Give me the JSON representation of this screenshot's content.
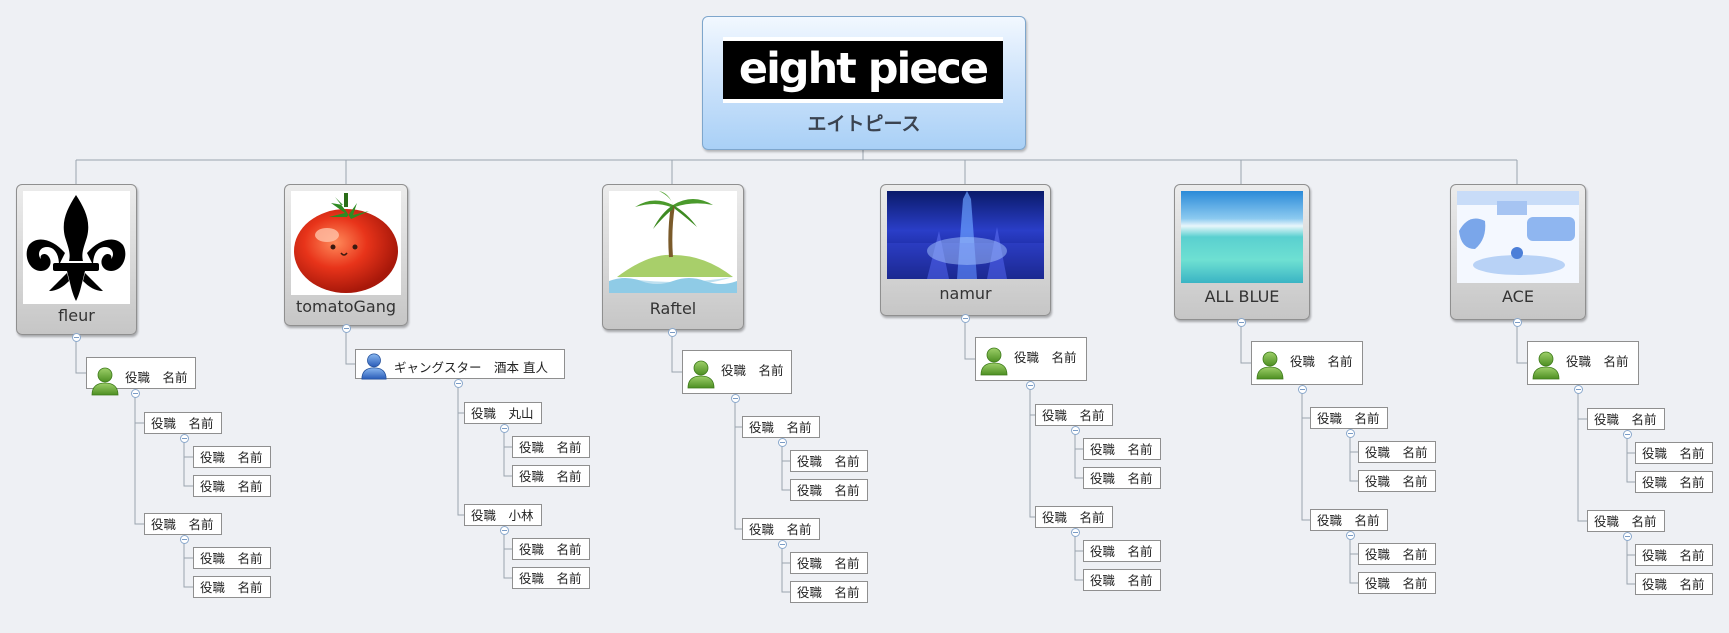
{
  "root": {
    "logo_text": "eight piece",
    "subtitle": "エイトピース"
  },
  "teams": [
    {
      "name": "fleur",
      "icon": "fleur-de-lis-icon",
      "leader": "役職　名前",
      "groups": [
        {
          "label": "役職　名前",
          "members": [
            "役職　名前",
            "役職　名前"
          ]
        },
        {
          "label": "役職　名前",
          "members": [
            "役職　名前",
            "役職　名前"
          ]
        }
      ]
    },
    {
      "name": "tomatoGang",
      "icon": "tomato-icon",
      "leader": "ギャングスター　酒本 直人",
      "groups": [
        {
          "label": "役職　丸山",
          "members": [
            "役職　名前",
            "役職　名前"
          ]
        },
        {
          "label": "役職　小林",
          "members": [
            "役職　名前",
            "役職　名前"
          ]
        }
      ]
    },
    {
      "name": "Raftel",
      "icon": "palm-island-icon",
      "leader": "役職　名前",
      "groups": [
        {
          "label": "役職　名前",
          "members": [
            "役職　名前",
            "役職　名前"
          ]
        },
        {
          "label": "役職　名前",
          "members": [
            "役職　名前",
            "役職　名前"
          ]
        }
      ]
    },
    {
      "name": "namur",
      "icon": "blue-city-image",
      "leader": "役職　名前",
      "groups": [
        {
          "label": "役職　名前",
          "members": [
            "役職　名前",
            "役職　名前"
          ]
        },
        {
          "label": "役職　名前",
          "members": [
            "役職　名前",
            "役職　名前"
          ]
        }
      ]
    },
    {
      "name": "ALL BLUE",
      "icon": "ocean-image",
      "leader": "役職　名前",
      "groups": [
        {
          "label": "役職　名前",
          "members": [
            "役職　名前",
            "役職　名前"
          ]
        },
        {
          "label": "役職　名前",
          "members": [
            "役職　名前",
            "役職　名前"
          ]
        }
      ]
    },
    {
      "name": "ACE",
      "icon": "blue-room-image",
      "leader": "役職　名前",
      "groups": [
        {
          "label": "役職　名前",
          "members": [
            "役職　名前",
            "役職　名前"
          ]
        },
        {
          "label": "役職　名前",
          "members": [
            "役職　名前",
            "役職　名前"
          ]
        }
      ]
    }
  ]
}
